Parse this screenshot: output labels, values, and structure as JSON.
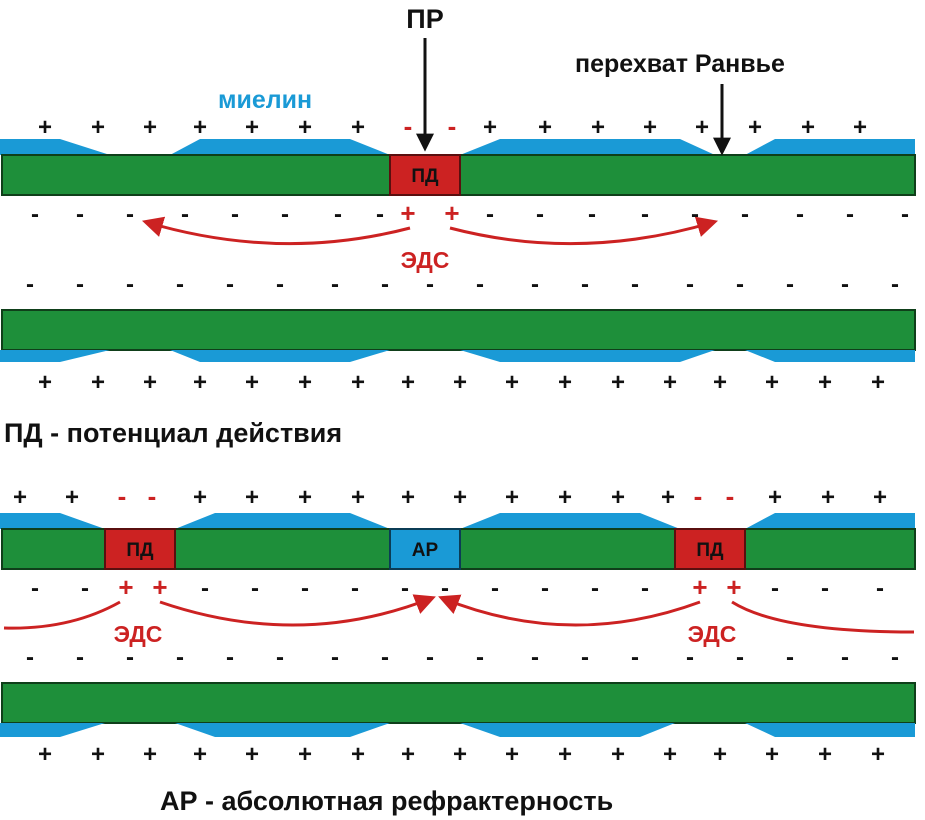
{
  "labels": {
    "stimulus": "ПР",
    "myelin": "миелин",
    "node_of_ranvier": "перехват Ранвье",
    "emf_top": "ЭДС",
    "emf_left": "ЭДС",
    "emf_right": "ЭДС",
    "legend_ap": "ПД - потенциал действия",
    "legend_ar": "АР - абсолютная рефрактерность"
  },
  "boxes": {
    "ap_top": "ПД",
    "ap_left": "ПД",
    "refractory": "АР",
    "ap_right": "ПД"
  },
  "signs": {
    "plus": "+",
    "minus": "-"
  },
  "colors": {
    "axon": "#1e8f3a",
    "myelin": "#1a9ad6",
    "action_potential": "#cc2222",
    "refractory": "#1a9ad6",
    "text": "#111111",
    "accent_text": "#cc2222"
  }
}
